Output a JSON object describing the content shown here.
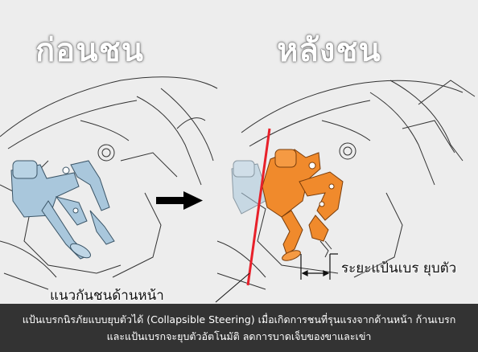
{
  "titles": {
    "before": "ก่อนชน",
    "after": "หลังชน"
  },
  "labels": {
    "pedal_gap": "ระยะแป้นเบร  ยุบตัว",
    "crash_line": "แนวกันชนด้านหน้า"
  },
  "caption": {
    "line1": "แป้นเบรกนิรภัยแบบยุบตัวได้ (Collapsible Steering) เมื่อเกิดการชนที่รุนแรงจากด้านหน้า ก้านเบรก",
    "line2": "และแป้นเบรกจะยุบตัวอัตโนมัติ ลดการบาดเจ็บของขาและเข่า"
  },
  "colors": {
    "pedal_before": "#a9c7dc",
    "pedal_after": "#f08a2c",
    "crash_line": "#e8202a",
    "arrow": "#000000"
  }
}
